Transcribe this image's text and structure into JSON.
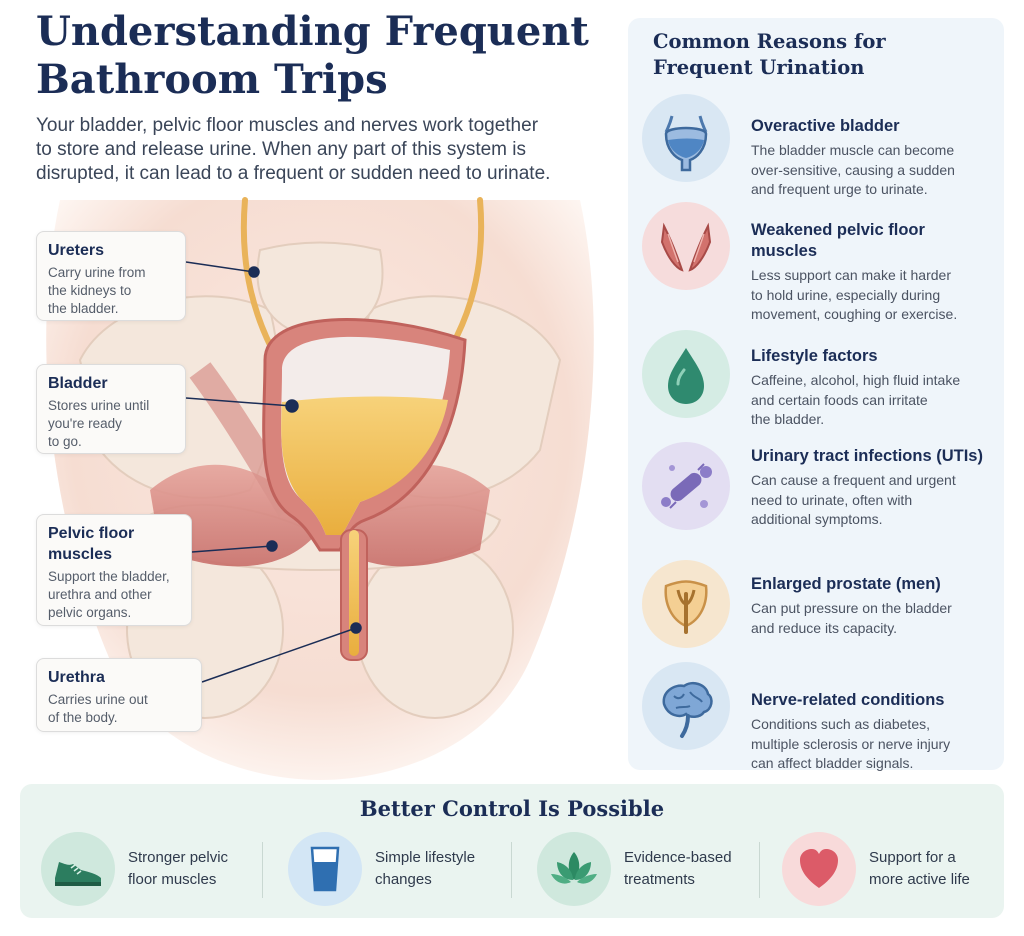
{
  "header": {
    "title_lines": [
      "Understanding Frequent",
      "Bathroom Trips"
    ],
    "subtitle_lines": [
      "Your bladder, pelvic floor muscles and nerves work together",
      "to store and release urine. When any part of this system is",
      "disrupted, it can lead to a frequent or sudden need to urinate."
    ]
  },
  "anatomy_labels": [
    {
      "title_lines": [
        "Ureters"
      ],
      "desc_lines": [
        "Carry urine from",
        "the kidneys to",
        "the bladder."
      ]
    },
    {
      "title_lines": [
        "Bladder"
      ],
      "desc_lines": [
        "Stores urine until",
        "you're ready",
        "to go."
      ]
    },
    {
      "title_lines": [
        "Pelvic floor",
        "muscles"
      ],
      "desc_lines": [
        "Support the bladder,",
        "urethra and other",
        "pelvic organs."
      ]
    },
    {
      "title_lines": [
        "Urethra"
      ],
      "desc_lines": [
        "Carries urine out",
        "of the body."
      ]
    }
  ],
  "reasons": {
    "title_lines": [
      "Common Reasons for",
      "Frequent Urination"
    ],
    "items": [
      {
        "icon": "bladder-icon",
        "title_lines": [
          "Overactive bladder"
        ],
        "desc_lines": [
          "The bladder muscle can become",
          "over-sensitive, causing a sudden",
          "and frequent urge to urinate."
        ]
      },
      {
        "icon": "pelvic-muscle-icon",
        "title_lines": [
          "Weakened pelvic floor",
          "muscles"
        ],
        "desc_lines": [
          "Less support can make it harder",
          "to hold urine, especially during",
          "movement, coughing or exercise."
        ]
      },
      {
        "icon": "water-drop-icon",
        "title_lines": [
          "Lifestyle factors"
        ],
        "desc_lines": [
          "Caffeine, alcohol, high fluid intake",
          "and certain foods can irritate",
          "the bladder."
        ]
      },
      {
        "icon": "bacteria-icon",
        "title_lines": [
          "Urinary tract infections (UTIs)"
        ],
        "desc_lines": [
          "Can cause a frequent and urgent",
          "need to urinate, often with",
          "additional symptoms."
        ]
      },
      {
        "icon": "prostate-icon",
        "title_lines": [
          "Enlarged prostate (men)"
        ],
        "desc_lines": [
          "Can put pressure on the bladder",
          "and reduce its capacity."
        ]
      },
      {
        "icon": "brain-icon",
        "title_lines": [
          "Nerve-related conditions"
        ],
        "desc_lines": [
          "Conditions such as diabetes,",
          "multiple sclerosis or nerve injury",
          "can affect bladder signals."
        ]
      }
    ]
  },
  "control": {
    "title": "Better Control Is Possible",
    "items": [
      {
        "icon": "sneaker-icon",
        "label_lines": [
          "Stronger pelvic",
          "floor muscles"
        ]
      },
      {
        "icon": "water-glass-icon",
        "label_lines": [
          "Simple lifestyle",
          "changes"
        ]
      },
      {
        "icon": "lotus-icon",
        "label_lines": [
          "Evidence-based",
          "treatments"
        ]
      },
      {
        "icon": "heart-icon",
        "label_lines": [
          "Support for a",
          "more active life"
        ]
      }
    ]
  },
  "colors": {
    "navy": "#1b2d56",
    "reasons_panel": "#eff5fa",
    "control_panel": "#eaf4f0",
    "urine": "#f2c45a",
    "muscle": "#d98a85"
  }
}
